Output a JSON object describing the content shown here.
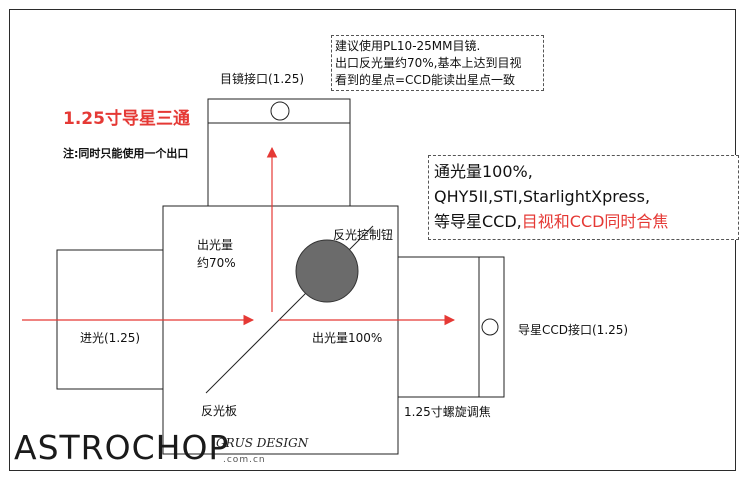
{
  "title": "1.25寸导星三通",
  "note": "注:同时只能使用一个出口",
  "recommendation": [
    "建议使用PL10-25MM目镜.",
    "出口反光量约70%,基本上达到目视",
    "看到的星点=CCD能读出星点一致"
  ],
  "features": {
    "line1": "通光量100%,",
    "line2": "QHY5II,STI,StarlightXpress,",
    "line3_black": "等导星CCD,",
    "line3_red": "目视和CCD同时合焦"
  },
  "labels": {
    "eyepiece_port": "目镜接口(1.25)",
    "output_light_line1": "出光量",
    "output_light_line2": "约70%",
    "control_knob": "反光控制钮",
    "input_light": "进光(1.25)",
    "output_100": "出光量100%",
    "guide_ccd_port": "导星CCD接口(1.25)",
    "reflector_plate": "反光板",
    "focus_screw": "1.25寸螺旋调焦"
  },
  "logo": {
    "text_left": "ASTRO",
    "text_mid": "C",
    "text_right": "HOP",
    "tagline": "GRUS DESIGN",
    "domain": ".com.cn"
  },
  "colors": {
    "arrow": "#e53935",
    "knob": "#6b6b6b",
    "accent_text": "#e53935"
  }
}
